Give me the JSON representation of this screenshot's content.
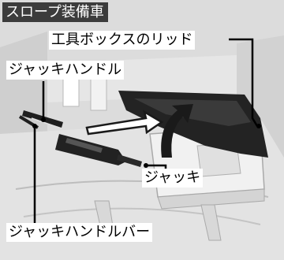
{
  "badge": "スロープ装備車",
  "labels": {
    "tool_box_lid": "工具ボックスのリッド",
    "jack_handle": "ジャッキハンドル",
    "jack": "ジャッキ",
    "jack_handle_bar": "ジャッキハンドルバー"
  },
  "colors": {
    "callout_line": "#000000",
    "badge_bg": "#3c3c3c",
    "lid": "#202020",
    "arrow": "#1a1a1a"
  }
}
